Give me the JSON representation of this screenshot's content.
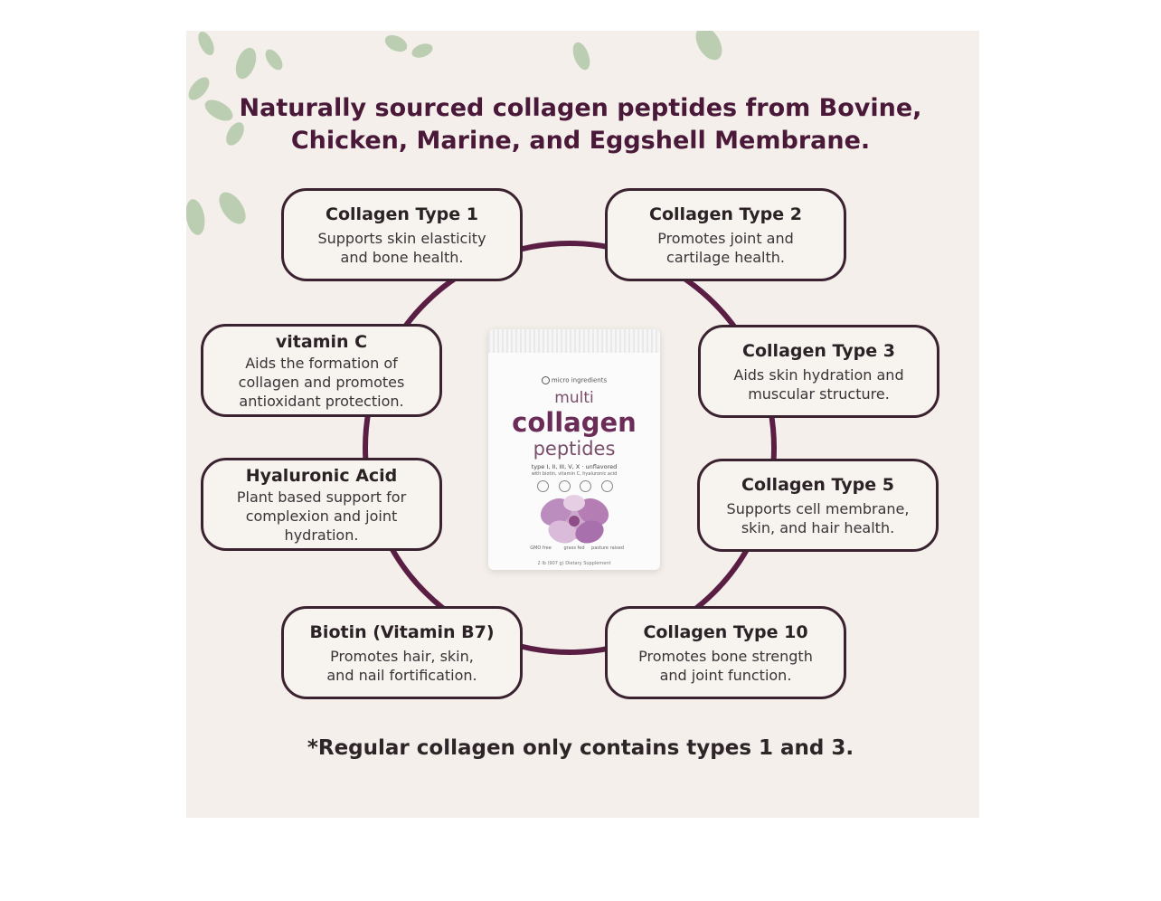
{
  "headline": {
    "line1": "Naturally sourced collagen peptides from Bovine,",
    "line2": "Chicken, Marine, and Eggshell Membrane."
  },
  "cards": {
    "type1": {
      "title": "Collagen Type 1",
      "line1": "Supports skin elasticity",
      "line2": "and bone health."
    },
    "type2": {
      "title": "Collagen Type 2",
      "line1": "Promotes joint and",
      "line2": "cartilage health."
    },
    "vitaminc": {
      "title": "vitamin C",
      "line1": "Aids the formation of",
      "line2": "collagen and promotes",
      "line3": "antioxidant protection."
    },
    "type3": {
      "title": "Collagen Type 3",
      "line1": "Aids skin hydration and",
      "line2": "muscular structure."
    },
    "hyaluronic": {
      "title": "Hyaluronic Acid",
      "line1": "Plant based support for",
      "line2": "complexion and joint",
      "line3": "hydration."
    },
    "type5": {
      "title": "Collagen Type 5",
      "line1": "Supports cell membrane,",
      "line2": "skin, and hair health."
    },
    "biotin": {
      "title": "Biotin (Vitamin B7)",
      "line1": "Promotes hair, skin,",
      "line2": "and nail fortification."
    },
    "type10": {
      "title": "Collagen Type 10",
      "line1": "Promotes bone strength",
      "line2": "and joint function."
    }
  },
  "product": {
    "brand": "micro ingredients",
    "name_line1": "multi",
    "name_line2": "collagen",
    "name_line3": "peptides",
    "types": "type I, II, III, V, X · unflavored",
    "with": "with biotin, vitamin C, hyaluronic acid",
    "feature1": "GMO free",
    "feature2": "grass fed",
    "feature3": "pasture raised",
    "weight": "2 lb (907 g) Dietary Supplement"
  },
  "footnote": "*Regular collagen only contains types 1 and 3.",
  "colors": {
    "background_panel": "#f4efea",
    "headline": "#4a1838",
    "ring": "#5a1e45",
    "card_border": "#3b2230",
    "leaf": "#a9c3a0"
  },
  "icons": {
    "decor": "leaf-icon",
    "product": "flower-icon"
  }
}
